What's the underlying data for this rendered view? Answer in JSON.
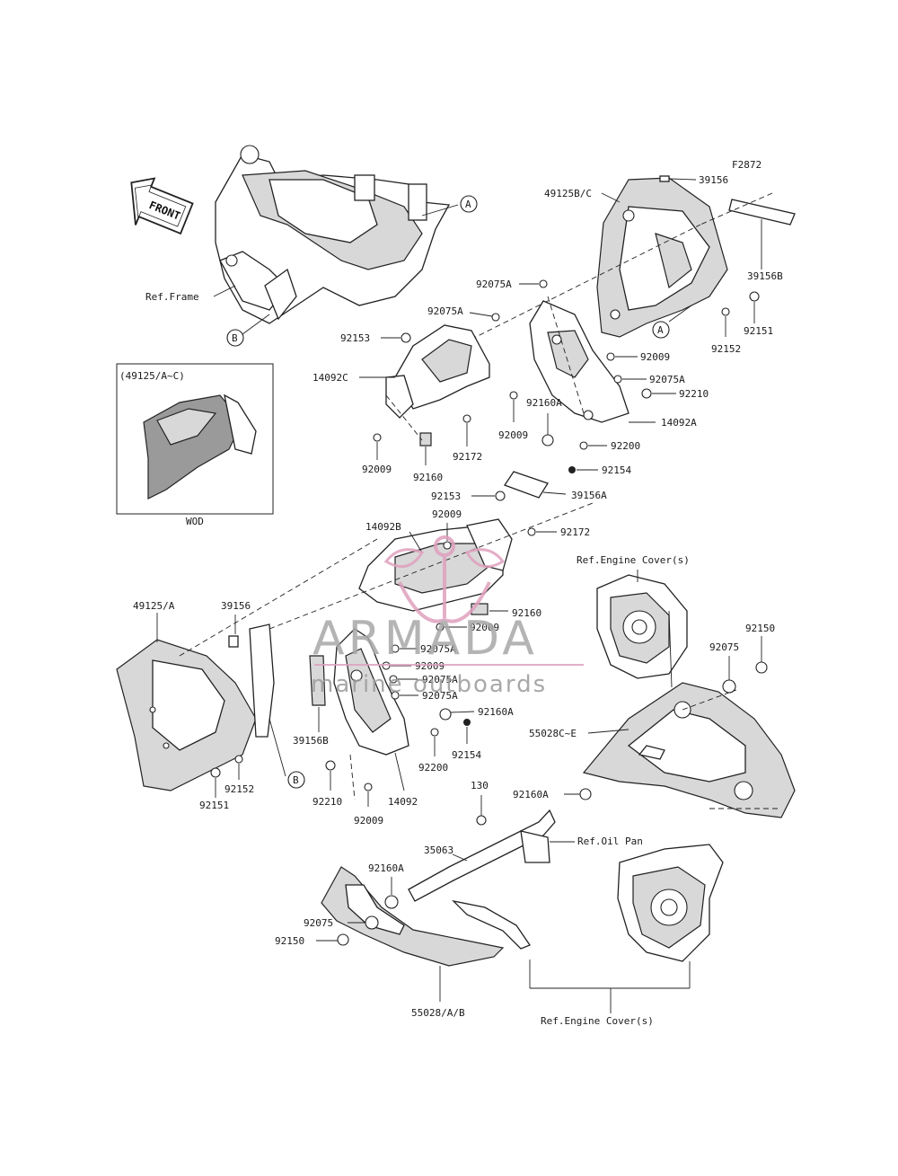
{
  "figure_code": "F2872",
  "front_label": "FRONT",
  "inset": {
    "title": "(49125/A~C)",
    "caption": "WOD"
  },
  "watermark": {
    "brand": "ARMADA",
    "tagline": "marine outboards",
    "accent_color": "#e0a0be"
  },
  "labels": {
    "ref_frame": "Ref.Frame",
    "ref_engine_cover_top": "Ref.Engine Cover(s)",
    "ref_engine_cover_bottom": "Ref.Engine Cover(s)",
    "ref_oil_pan": "Ref.Oil Pan",
    "callout_a1": "A",
    "callout_a2": "A",
    "callout_b1": "B",
    "callout_b2": "B",
    "p49125bc": "49125B/C",
    "p39156_top": "39156",
    "p39156b_top": "39156B",
    "p92075a_1": "92075A",
    "p92075a_2": "92075A",
    "p92153_1": "92153",
    "p14092c": "14092C",
    "p92009_1": "92009",
    "p92160_1": "92160",
    "p92172_1": "92172",
    "p92009_2": "92009",
    "p92009_3": "92009",
    "p92160a_1": "92160A",
    "p92075a_3": "92075A",
    "p92210_1": "92210",
    "p14092a": "14092A",
    "p92200_1": "92200",
    "p92154_1": "92154",
    "p92152_1": "92152",
    "p92151_1": "92151",
    "p39156a": "39156A",
    "p92153_2": "92153",
    "p92009_4": "92009",
    "p14092b": "14092B",
    "p92172_2": "92172",
    "p92160_2": "92160",
    "p92009_5": "92009",
    "p49125a": "49125/A",
    "p39156_mid": "39156",
    "p92075a_4": "92075A",
    "p92009_6": "92009",
    "p92075a_5": "92075A",
    "p92075a_6": "92075A",
    "p92160a_2": "92160A",
    "p92154_2": "92154",
    "p92200_2": "92200",
    "p39156b_mid": "39156B",
    "p92152_2": "92152",
    "p92151_2": "92151",
    "p92210_2": "92210",
    "p14092": "14092",
    "p92009_7": "92009",
    "p92150_1": "92150",
    "p92075_1": "92075",
    "p55028ce": "55028C~E",
    "p130": "130",
    "p92160a_3": "92160A",
    "p35063": "35063",
    "p92160a_4": "92160A",
    "p92075_2": "92075",
    "p92150_2": "92150",
    "p55028ab": "55028/A/B"
  }
}
